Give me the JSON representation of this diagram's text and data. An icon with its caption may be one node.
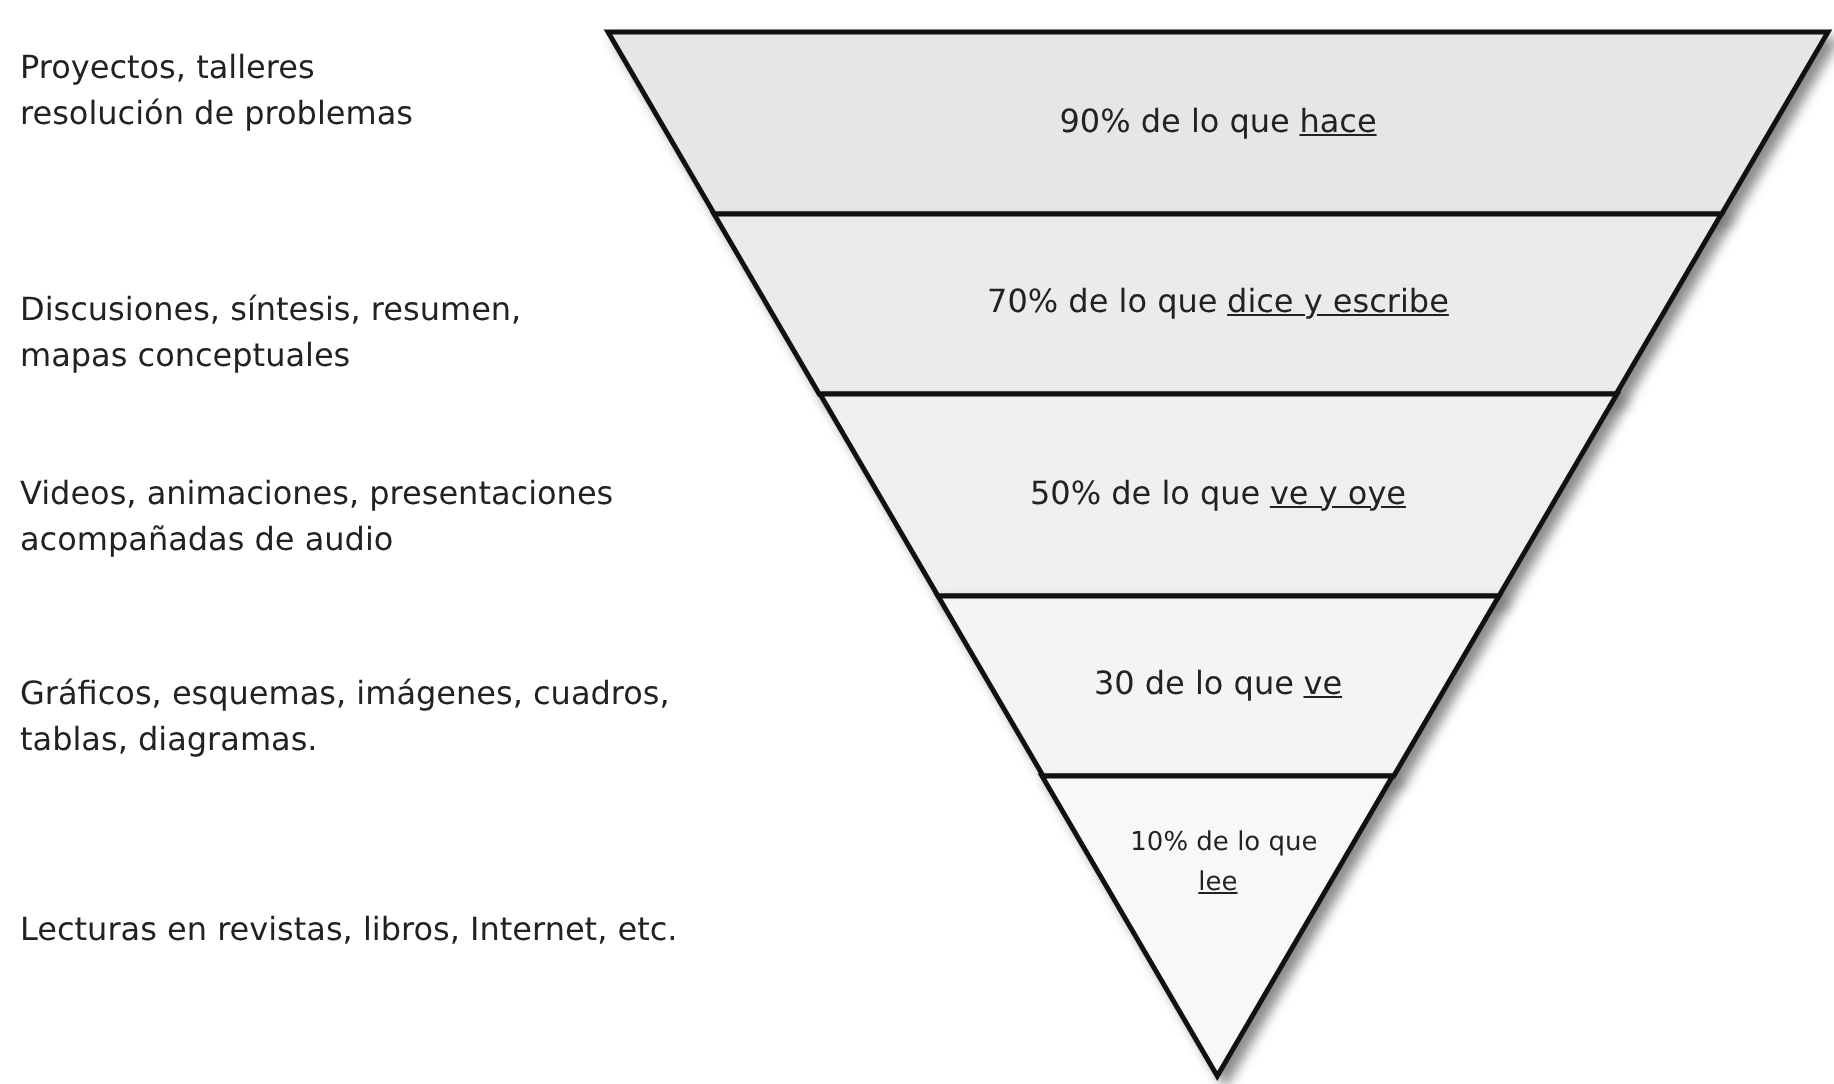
{
  "diagram": {
    "nodes": [
      {
        "text": [
          "90% de lo que",
          "hace"
        ]
      },
      {
        "text": [
          "70% de lo que",
          "dice y escribe"
        ]
      },
      {
        "text": [
          "50% de lo que",
          "ve y oye"
        ]
      },
      {
        "text": [
          "30 de lo que",
          "ve"
        ]
      },
      {
        "text": [
          "10% de lo que",
          "lee"
        ]
      }
    ],
    "labels": [
      "Proyectos, talleres resolución de problemas",
      "Discusiones, síntesis, resumen, mapas conceptuales",
      "Videos, animaciones, presentaciones acompañadas de audio",
      "Gráficos, esquemas, imágenes, cuadros, tablas, diagramas.",
      "Lecturas en revistas, libros, Internet, etc."
    ]
  }
}
